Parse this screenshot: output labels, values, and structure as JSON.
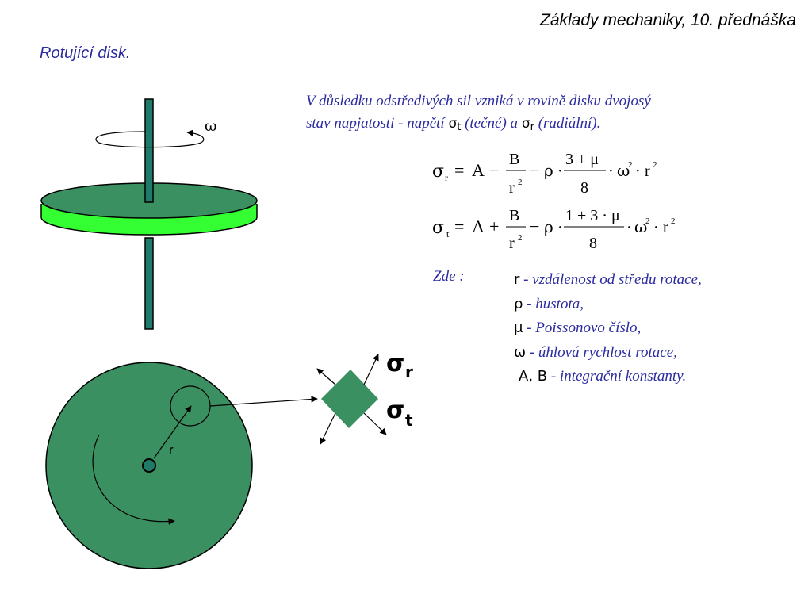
{
  "header": {
    "title": "Základy mechaniky, 10. přednáška"
  },
  "slide": {
    "subtitle": "Rotující disk."
  },
  "intro": {
    "line1_text": "V důsledku odstředivých sil vzniká v rovině disku dvojosý",
    "line2_text_a": "stav napjatosti - napětí ",
    "sigma_symbol": "σ",
    "t_sub": "t",
    "line2_text_b": " (tečné) a ",
    "r_sub": "r",
    "line2_text_c": " (radiální)."
  },
  "equations": {
    "sigma": "σ",
    "r_sub": "r",
    "t_sub": "t",
    "eq_sign": "=",
    "A": "A",
    "minus": "−",
    "plus": "+",
    "B": "B",
    "r": "r",
    "two": "2",
    "rho": "ρ",
    "dot": "·",
    "eq1_numerator": "3 + μ",
    "eq2_numerator": "1 + 3 · μ",
    "denominator": "8",
    "omega": "ω"
  },
  "legend": {
    "label": "Zde :",
    "items": [
      {
        "symbol": "r",
        "text": " - vzdálenost od středu rotace,"
      },
      {
        "symbol": "ρ",
        "text": " - hustota,"
      },
      {
        "symbol": "μ",
        "text": " - Poissonovo číslo,"
      },
      {
        "symbol": "ω",
        "text": " - úhlová rychlost rotace,"
      },
      {
        "symbol": "A, B",
        "text": " - integrační konstanty."
      }
    ]
  },
  "figure": {
    "omega_label": "ω",
    "radius_label": "r",
    "sigma_r_label": "σ",
    "sigma_r_sub": "r",
    "sigma_t_label": "σ",
    "sigma_t_sub": "t"
  },
  "colors": {
    "disk_dark": "#3a9060",
    "disk_rim": "#33ff33",
    "shaft": "#1f7a68",
    "text_blue": "#2b2ba0"
  }
}
